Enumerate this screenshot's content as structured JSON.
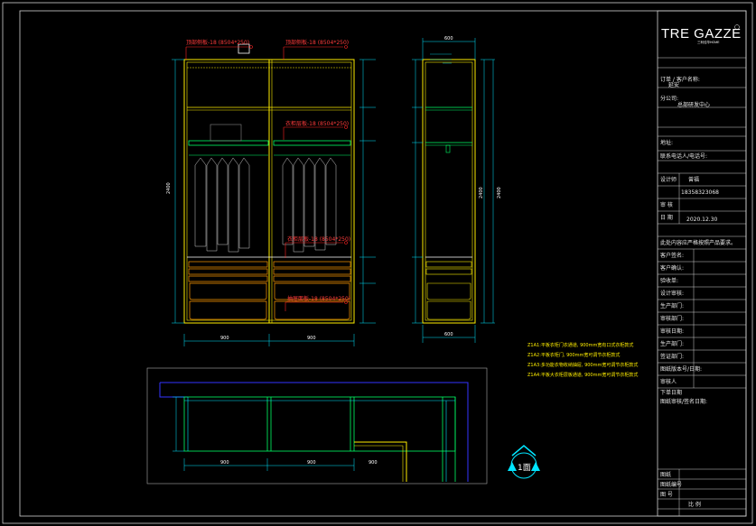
{
  "title_block": {
    "brand": "TRE GAZZE",
    "brand_sub": "三利佳华HOME",
    "rows": [
      {
        "label": "订单 / 客户名称:",
        "value": "延安"
      },
      {
        "label": "分公司:",
        "value": "总部研发中心"
      },
      {
        "label": "地址:",
        "value": ""
      },
      {
        "label": "联系电话人/电话号:",
        "value": ""
      },
      {
        "label": "设计师",
        "value": "曾福"
      },
      {
        "label": "",
        "value": "18358323068"
      },
      {
        "label": "审 核",
        "value": ""
      },
      {
        "label": "日 期",
        "value": "2020.12.30"
      }
    ],
    "notice": "此处内容应严格按照产品要求。",
    "fields": [
      "客户签名:",
      "客户确认:",
      "验收单:",
      "设计审核:",
      "生产部门:",
      "审核部门:",
      "审核日期:",
      "生产部门:",
      "签证部门:",
      "图纸版本号/日期:",
      "审核人",
      "下单日期",
      "图纸审核/签名日期:"
    ],
    "bottom_rows": [
      "图纸",
      "图纸编号",
      "图 号"
    ],
    "bottom_right": "比 例"
  },
  "front_labels": [
    "顶部侧板-18 (8504*250)",
    "顶部侧板-18 (8504*250)",
    "衣柜层板-18 (8504*250)",
    "衣柜层板-18 (8504*250)",
    "抽屉面板-18 (8504*250)"
  ],
  "notes": [
    "Z1A1:平板衣柜门衣通道, 900mm宽有口式衣柜款式",
    "Z1A2:平板衣柜门, 900mm宽可调节衣柜款式",
    "Z1A3:多功能衣物收纳抽屉, 900mm宽可调节衣柜款式",
    "Z1A4:平板大衣柜层板通道, 900mm宽可调节衣柜款式"
  ],
  "dims": {
    "front_height": "2400",
    "front_bottom_left": "900",
    "front_bottom_right": "900",
    "side_top": "600",
    "side_bottom": "600",
    "side_height_left": "2400",
    "side_height_right": "2400",
    "plan_left": "900",
    "plan_mid": "900",
    "plan_right": "900"
  },
  "view_label": "1面",
  "colors": {
    "frame": "#ffffff",
    "cabinet": "#ffee00",
    "dimension": "#00e5ff",
    "hanger": "#00ff66",
    "wall": "#3333ff",
    "annotation": "#ff2222",
    "drawer": "#ff9900"
  }
}
